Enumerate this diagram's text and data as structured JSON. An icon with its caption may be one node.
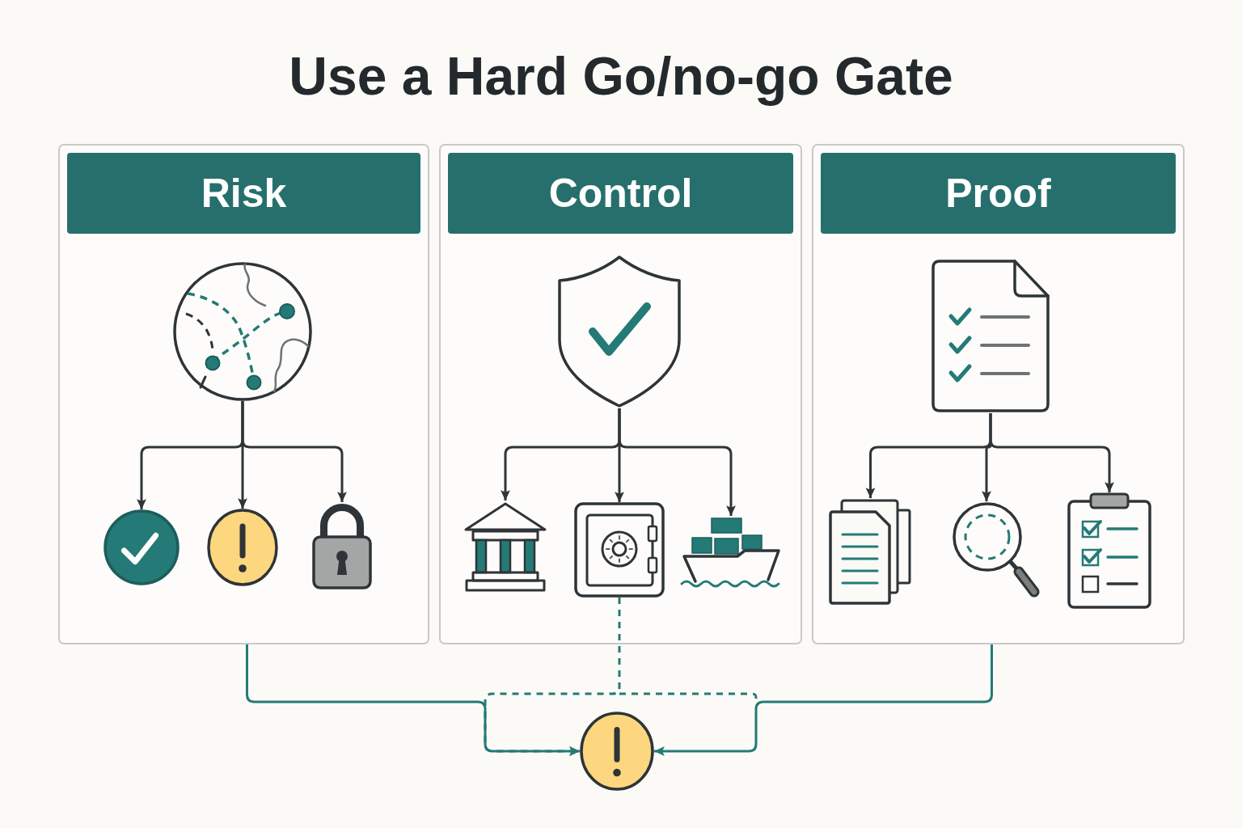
{
  "diagram": {
    "title": "Use a Hard Go/no-go Gate",
    "nodes": [
      {
        "text": [
          "Risk"
        ]
      },
      {
        "text": [],
        "shape": "picture",
        "in": 0
      },
      {
        "text": [],
        "shape": "circle",
        "in": 0
      },
      {
        "text": [],
        "shape": "circle",
        "in": 0
      },
      {
        "text": [],
        "shape": "picture",
        "in": 0
      },
      {
        "text": [
          "Control"
        ]
      },
      {
        "text": [],
        "shape": "picture",
        "in": 5
      },
      {
        "text": [],
        "shape": "picture",
        "in": 5
      },
      {
        "text": [],
        "shape": "picture",
        "in": 5
      },
      {
        "text": [],
        "shape": "picture",
        "in": 5
      },
      {
        "text": [
          "Proof"
        ]
      },
      {
        "text": [],
        "shape": "picture",
        "in": 10
      },
      {
        "text": [],
        "shape": "picture",
        "in": 10
      },
      {
        "text": [],
        "shape": "picture",
        "in": 10
      },
      {
        "text": [],
        "shape": "picture",
        "in": 10
      },
      {
        "text": [],
        "shape": "circle"
      }
    ],
    "edges": [
      {
        "from": 1,
        "to": 2,
        "arrow": "to"
      },
      {
        "from": 1,
        "to": 3,
        "arrow": "to"
      },
      {
        "from": 1,
        "to": 4,
        "arrow": "to"
      },
      {
        "from": 6,
        "to": 7,
        "arrow": "to"
      },
      {
        "from": 6,
        "to": 8,
        "arrow": "to"
      },
      {
        "from": 6,
        "to": 9,
        "arrow": "to"
      },
      {
        "from": 11,
        "to": 12,
        "arrow": "to"
      },
      {
        "from": 11,
        "to": 13,
        "arrow": "to"
      },
      {
        "from": 11,
        "to": 14,
        "arrow": "to"
      },
      {
        "from": 0,
        "to": 15,
        "arrow": "to",
        "color": "#247a77"
      },
      {
        "from": 8,
        "to": 15,
        "arrow": "to",
        "style": "dashed",
        "color": "#247a77"
      },
      {
        "from": 10,
        "to": 15,
        "arrow": "to",
        "color": "#247a77"
      }
    ]
  }
}
